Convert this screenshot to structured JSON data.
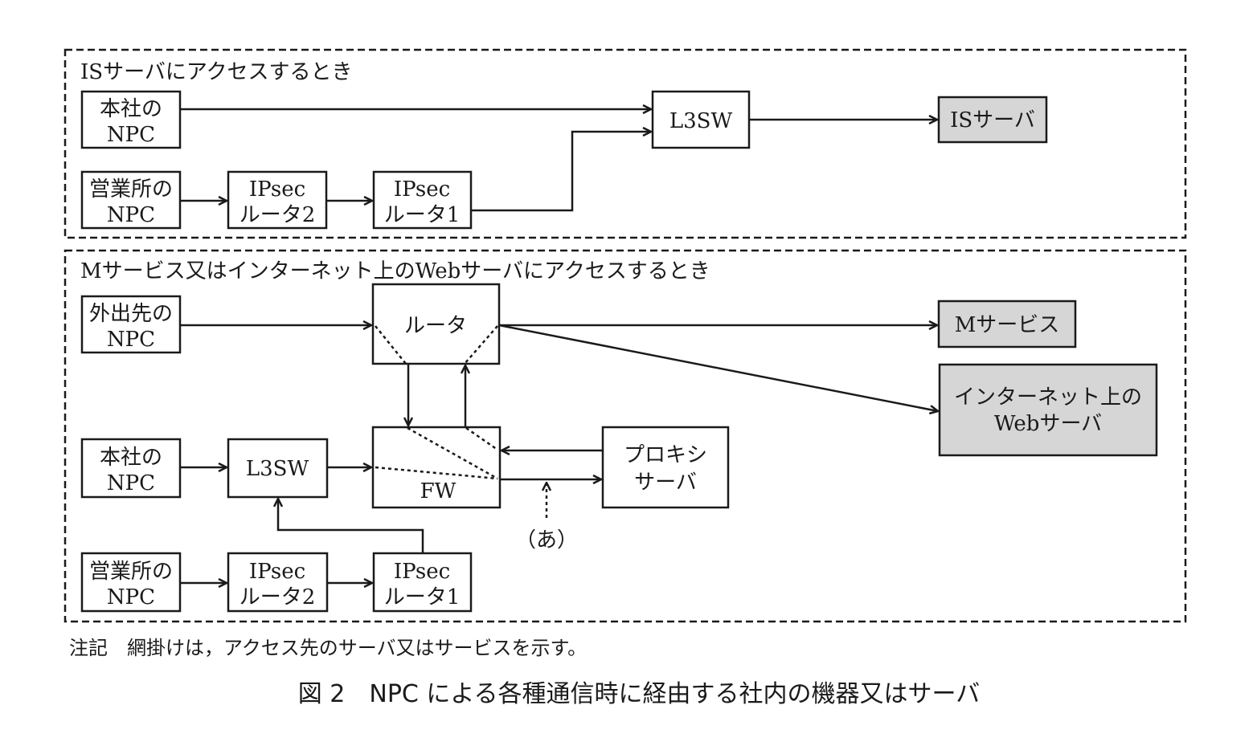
{
  "panels": [
    {
      "title": "ISサーバにアクセスするとき",
      "nodes": {
        "hq_npc": [
          "本社の",
          "NPC"
        ],
        "branch_npc": [
          "営業所の",
          "NPC"
        ],
        "ipsec_router2": [
          "IPsec",
          "ルータ2"
        ],
        "ipsec_router1": [
          "IPsec",
          "ルータ1"
        ],
        "l3sw": "L3SW",
        "is_server": "ISサーバ"
      }
    },
    {
      "title": "Mサービス又はインターネット上のWebサーバにアクセスするとき",
      "nodes": {
        "remote_npc": [
          "外出先の",
          "NPC"
        ],
        "router": "ルータ",
        "m_service": "Mサービス",
        "web_server": [
          "インターネット上の",
          "Webサーバ"
        ],
        "fw": "FW",
        "proxy_server": [
          "プロキシ",
          "サーバ"
        ],
        "hq_npc": [
          "本社の",
          "NPC"
        ],
        "l3sw": "L3SW",
        "branch_npc": [
          "営業所の",
          "NPC"
        ],
        "ipsec_router2": [
          "IPsec",
          "ルータ2"
        ],
        "ipsec_router1": [
          "IPsec",
          "ルータ1"
        ],
        "marker": "（あ）"
      }
    }
  ],
  "legend": {
    "shaded_fill": "#d6d6d6",
    "note": "注記　網掛けは，アクセス先のサーバ又はサービスを示す。"
  },
  "caption": "図 2　NPC による各種通信時に経由する社内の機器又はサーバ"
}
